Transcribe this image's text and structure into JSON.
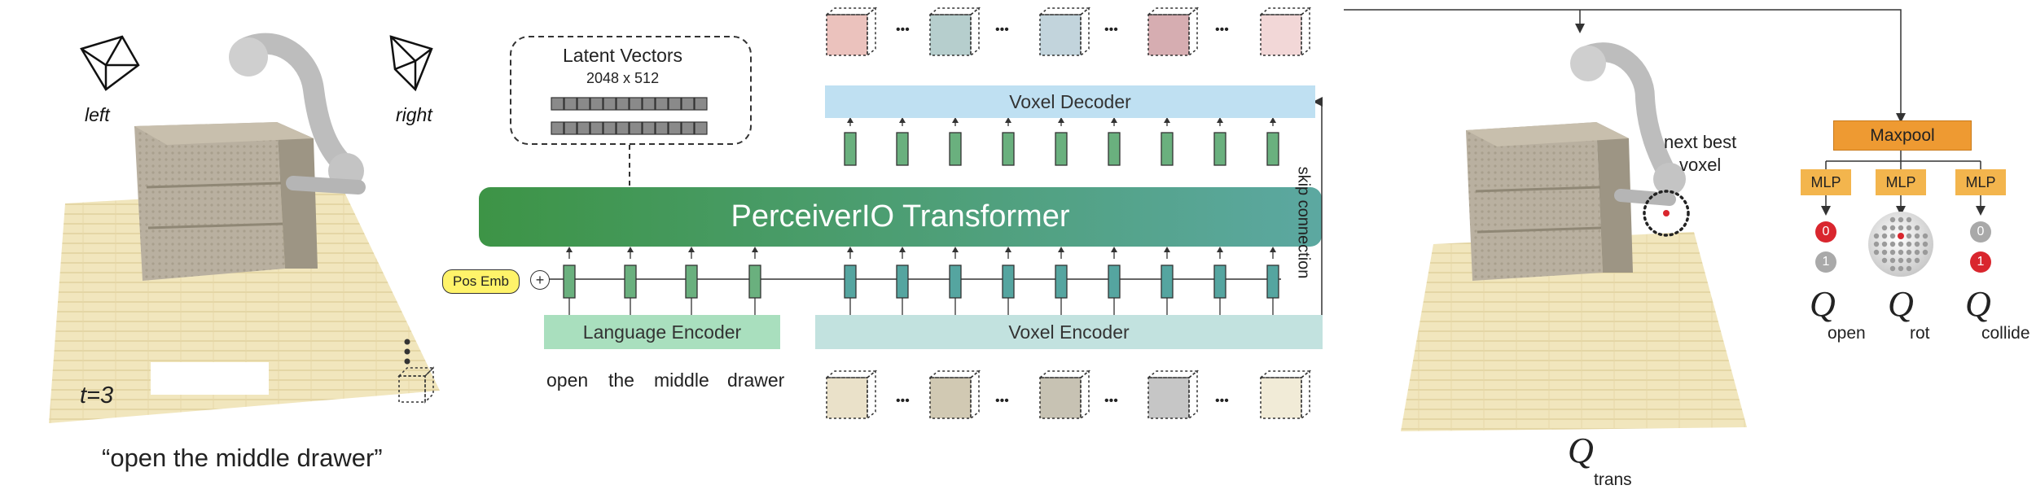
{
  "left_scene": {
    "camera_left": "left",
    "camera_right": "right",
    "timestep": "t=3",
    "caption": "“open the middle drawer”"
  },
  "latent": {
    "title": "Latent Vectors",
    "size": "2048 x 512"
  },
  "transformer": {
    "label": "PerceiverIO Transformer",
    "pos_emb": "Pos Emb",
    "plus": "+",
    "voxel_decoder": "Voxel Decoder",
    "voxel_encoder": "Voxel Encoder",
    "language_encoder": "Language Encoder",
    "skip_connection": "skip connection",
    "ellipsis": "•••"
  },
  "instruction_words": [
    "open",
    "the",
    "middle",
    "drawer"
  ],
  "right_scene": {
    "next_best_voxel": "next best\nvoxel",
    "q_trans_symbol": "Q",
    "q_trans_sub": "trans"
  },
  "heads": {
    "maxpool": "Maxpool",
    "mlp": "MLP",
    "q_symbol": "Q",
    "open_sub": "open",
    "rot_sub": "rot",
    "collide_sub": "collide",
    "open_values": [
      "0",
      "1"
    ],
    "collide_values": [
      "0",
      "1"
    ]
  },
  "colors": {
    "transformer_start": "#3f9448",
    "transformer_end": "#5ca8a0",
    "voxel_decoder": "#bfe0f2",
    "voxel_encoder": "#c2e2df",
    "language_encoder": "#a9dfbe",
    "pos_emb": "#fff36a",
    "maxpool": "#ee9a32",
    "mlp": "#f3b54d",
    "token_green": "#6ab07e",
    "token_teal": "#55a5a0",
    "active_red": "#d9262e",
    "inactive_gray": "#a9a9a9"
  }
}
